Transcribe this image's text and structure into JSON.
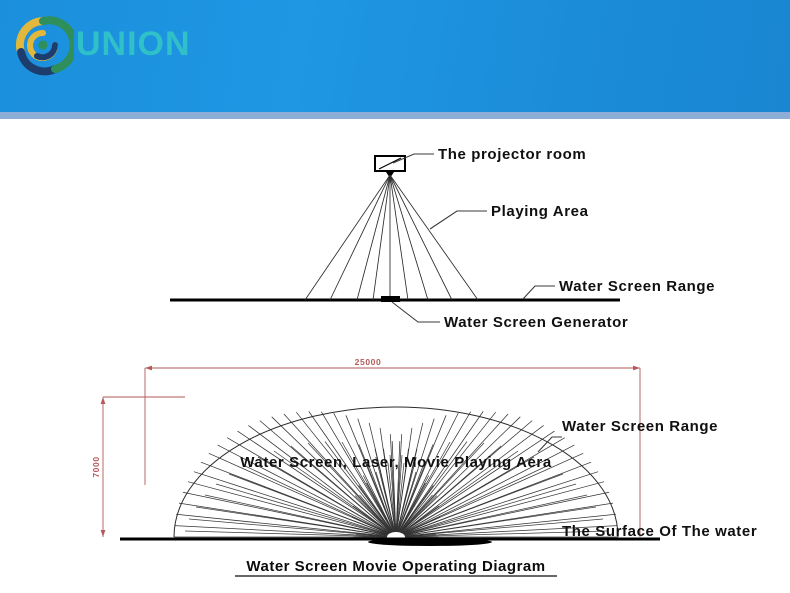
{
  "header": {
    "brand": "UNION",
    "logo_icon": "union-circular-logo-icon",
    "brand_color": "#2fc0c8",
    "banner_color": "#1b8fdc"
  },
  "top_diagram": {
    "labels": {
      "projector_room": "The projector room",
      "playing_area": "Playing Area",
      "water_screen_range": "Water Screen Range",
      "water_screen_generator": "Water Screen Generator"
    },
    "ray_count": 9
  },
  "bottom_diagram": {
    "labels": {
      "playing_area_center": "Water Screen, Laser, Movie Playing Aera",
      "water_screen_range": "Water Screen Range",
      "water_surface": "The Surface Of The water"
    },
    "dimensions": {
      "width": "25000",
      "height": "7000",
      "dimension_color": "#b35a5a"
    },
    "ray_count": 61
  },
  "figure_title": "Water Screen Movie Operating Diagram"
}
